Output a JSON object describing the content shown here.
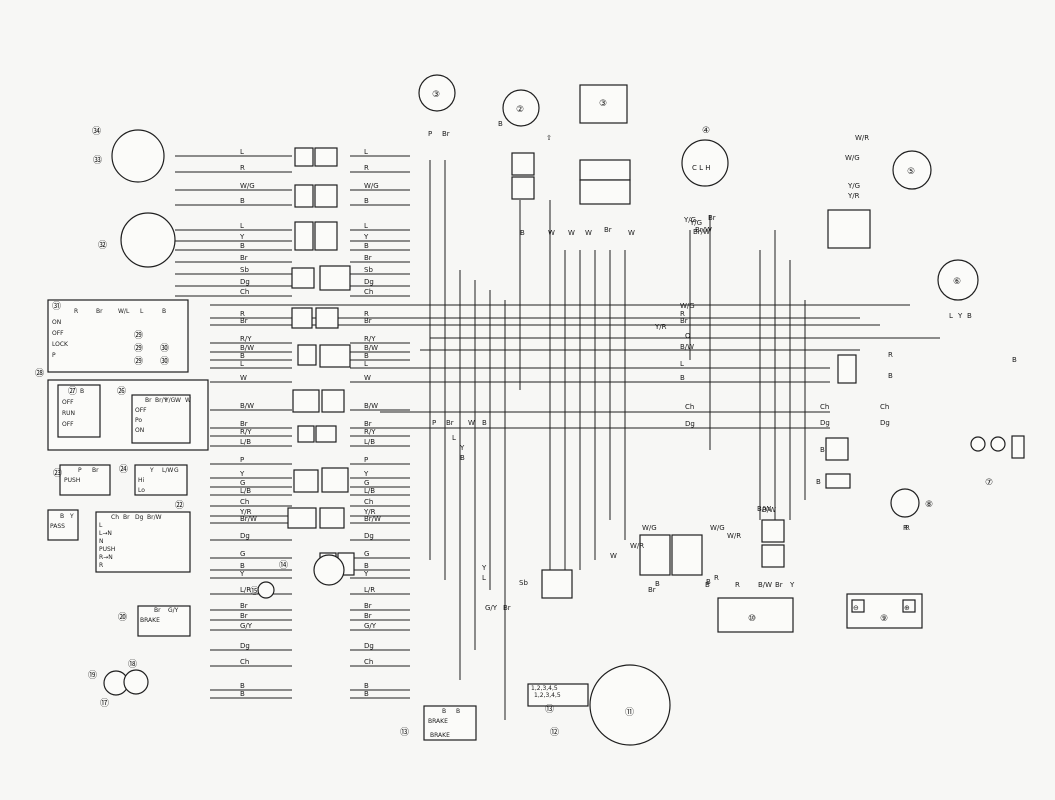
{
  "components": [
    {
      "n": "③",
      "label_id": "c3a"
    },
    {
      "n": "②",
      "label_id": "c2"
    },
    {
      "n": "③",
      "label_id": "c3b"
    },
    {
      "n": "④",
      "label_id": "c4"
    },
    {
      "n": "⑤",
      "label_id": "c5"
    },
    {
      "n": "⑥",
      "label_id": "c6"
    },
    {
      "n": "⑦",
      "label_id": "c7"
    },
    {
      "n": "⑧",
      "label_id": "c8"
    },
    {
      "n": "⑨",
      "label_id": "c9"
    },
    {
      "n": "⑩",
      "label_id": "c10"
    },
    {
      "n": "⑪",
      "label_id": "c11"
    },
    {
      "n": "⑫",
      "label_id": "c12"
    },
    {
      "n": "⑬",
      "label_id": "c13a"
    },
    {
      "n": "⑬",
      "label_id": "c13b"
    },
    {
      "n": "⑭",
      "label_id": "c14"
    },
    {
      "n": "⑮",
      "label_id": "c15"
    },
    {
      "n": "⑰",
      "label_id": "c17"
    },
    {
      "n": "⑱",
      "label_id": "c18"
    },
    {
      "n": "⑲",
      "label_id": "c19"
    },
    {
      "n": "⑳",
      "label_id": "c20"
    },
    {
      "n": "㉒",
      "label_id": "c22"
    },
    {
      "n": "㉓",
      "label_id": "c23"
    },
    {
      "n": "㉔",
      "label_id": "c24"
    },
    {
      "n": "㉖",
      "label_id": "c26"
    },
    {
      "n": "㉗",
      "label_id": "c27"
    },
    {
      "n": "㉘",
      "label_id": "c28"
    },
    {
      "n": "㉙",
      "label_id": "c29a"
    },
    {
      "n": "㉙",
      "label_id": "c29b"
    },
    {
      "n": "㉙",
      "label_id": "c29c"
    },
    {
      "n": "㉚",
      "label_id": "c30a"
    },
    {
      "n": "㉚",
      "label_id": "c30b"
    },
    {
      "n": "㉛",
      "label_id": "c31"
    },
    {
      "n": "㉜",
      "label_id": "c32"
    },
    {
      "n": "㉝",
      "label_id": "c33"
    },
    {
      "n": "㉞",
      "label_id": "c34"
    }
  ],
  "left_wires": [
    "L",
    "R",
    "W/G",
    "B",
    "L",
    "Y",
    "B",
    "Br",
    "Sb",
    "Dg",
    "Ch",
    "R",
    "Br",
    "R/Y",
    "B/W",
    "B",
    "L",
    "W",
    "B/W",
    "Br",
    "R/Y",
    "L/B",
    "P",
    "Y",
    "G",
    "L/B",
    "Ch",
    "Y/R",
    "Br/W",
    "Dg",
    "G",
    "B",
    "Y",
    "L/R",
    "Br",
    "Br",
    "G/Y",
    "Dg",
    "Ch",
    "B",
    "B"
  ],
  "right_wires": [
    "L",
    "R",
    "W/G",
    "B",
    "L",
    "Y",
    "B",
    "Br",
    "Sb",
    "Dg",
    "Ch",
    "R",
    "Br",
    "R/Y",
    "B/W",
    "B",
    "L",
    "W",
    "B/W",
    "Br",
    "R/Y",
    "L/B",
    "P",
    "Y",
    "G",
    "L/B",
    "Ch",
    "Y/R",
    "Br/W",
    "Dg",
    "G",
    "B",
    "Y",
    "L/R",
    "Br",
    "Br",
    "G/Y",
    "Dg",
    "Ch",
    "B",
    "B"
  ],
  "bus_labels": [
    "W/G",
    "R",
    "Br",
    "Y/R",
    "O",
    "B/W",
    "L",
    "B",
    "Ch",
    "Dg",
    "W/R",
    "W/G",
    "Y/G",
    "Y/R",
    "B/W",
    "W",
    "B",
    "Br",
    "Y/G",
    "Br/W",
    "P",
    "Br",
    "L",
    "W",
    "B",
    "G/Y",
    "Br",
    "Sb",
    "Y",
    "L",
    "Y",
    "B",
    "W",
    "W",
    "W",
    "W",
    "W/G",
    "W/R",
    "W/G",
    "W/R",
    "R",
    "B",
    "Br",
    "B",
    "B/W",
    "R",
    "R",
    "B",
    "Ch",
    "Dg",
    "Ch",
    "Dg",
    "B",
    "B"
  ],
  "misc_labels": {
    "ground_b": "B",
    "arrow_up": "⇧",
    "brake": "BRAKE",
    "switch_pos": "1,2,3,4,5",
    "c3a_p": "P",
    "c3a_br": "Br",
    "c4_labels": "C L H",
    "c4_yg": "Y/G",
    "c4_br": "Br",
    "c4_brw": "Br/W",
    "c6_l": "L",
    "c6_y": "Y",
    "c6_b": "B",
    "c6_bottom": "B",
    "c8_r": "R",
    "c9_minus": "⊖",
    "c9_plus": "⊕",
    "c10_b": "B",
    "c10_r": "R",
    "c10_bw": "B/W",
    "c10_br": "Br",
    "c10_y": "Y"
  },
  "switch_tables": {
    "t31": {
      "header": [
        "",
        "R",
        "Br",
        "W/L",
        "L",
        "B"
      ],
      "rows": [
        "ON",
        "OFF",
        "LOCK",
        "P"
      ]
    },
    "t27": {
      "header": [
        "",
        "B"
      ],
      "rows": [
        "OFF",
        "RUN",
        "OFF"
      ]
    },
    "t26": {
      "header": [
        "",
        "Br",
        "Br/Y",
        "Y/G",
        "W",
        "W"
      ],
      "rows": [
        "OFF",
        "Po",
        "ON"
      ]
    },
    "t23": {
      "header": [
        "",
        "P",
        "Br"
      ],
      "rows": [
        "PUSH"
      ]
    },
    "t24": {
      "header": [
        "",
        "Y",
        "L/W",
        "G"
      ],
      "rows": [
        "Hi",
        "Lo"
      ]
    },
    "t21": {
      "header": [
        "",
        "B",
        "Y"
      ],
      "rows": [
        "PASS"
      ]
    },
    "t22": {
      "header": [
        "",
        "Ch",
        "Br",
        "Dg",
        "Br/W"
      ],
      "rows": [
        "L",
        "L→N",
        "N",
        "PUSH",
        "R→N",
        "R"
      ]
    },
    "t20": {
      "header": [
        "",
        "Br",
        "G/Y"
      ],
      "rows": [
        "BRAKE"
      ]
    },
    "t12": {
      "header": [
        "1,2,3,4,5"
      ],
      "rows": [
        ""
      ]
    },
    "t13": {
      "header": [
        "",
        "B",
        "B"
      ],
      "rows": [
        "BRAKE"
      ]
    }
  }
}
